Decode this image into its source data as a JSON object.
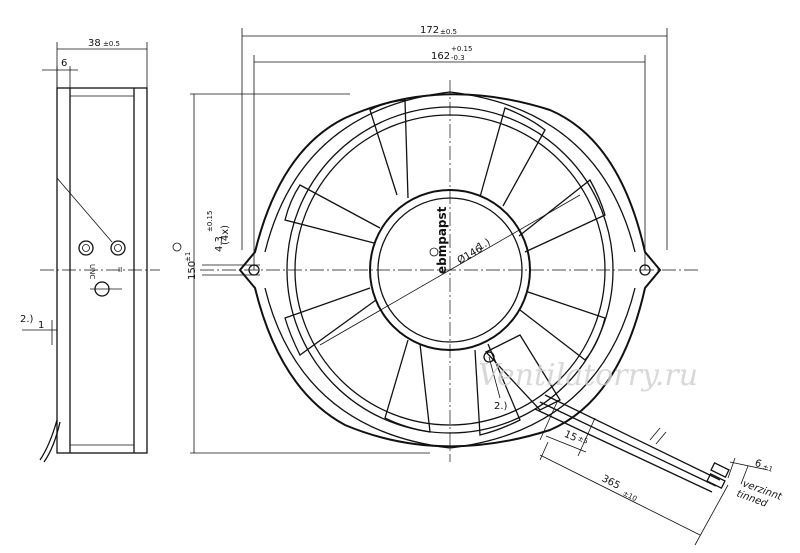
{
  "dimensions": {
    "side_depth": {
      "value": "38",
      "tol": "±0.5"
    },
    "side_flange": {
      "value": "6"
    },
    "total_width": {
      "value": "172",
      "tol": "±0.5"
    },
    "hole_spacing": {
      "value": "162",
      "tol_upper": "+0.15",
      "tol_lower": "-0.3"
    },
    "height": {
      "value": "150",
      "tol": "±1"
    },
    "hole_diameter": {
      "value": "4.3",
      "tol": "±0.15",
      "count": "(4x)"
    },
    "hub_diameter": {
      "value": "Ø146",
      "note": "1.)"
    },
    "cable_strip": {
      "value": "15",
      "tol": "±5"
    },
    "cable_length": {
      "value": "365",
      "tol": "±10"
    },
    "wire_strip": {
      "value": "6",
      "tol": "±1"
    },
    "offset": {
      "value": "1"
    }
  },
  "notes": {
    "ref_2_side": "2.)",
    "ref_2_front": "2.)",
    "wire_finish_de": "verzinnt",
    "wire_finish_en": "tinned"
  },
  "labels": {
    "brand": "ebmpapst",
    "side_marking": "UNC",
    "side_marking_2": "II"
  },
  "watermark": "Ventilatorry.ru"
}
